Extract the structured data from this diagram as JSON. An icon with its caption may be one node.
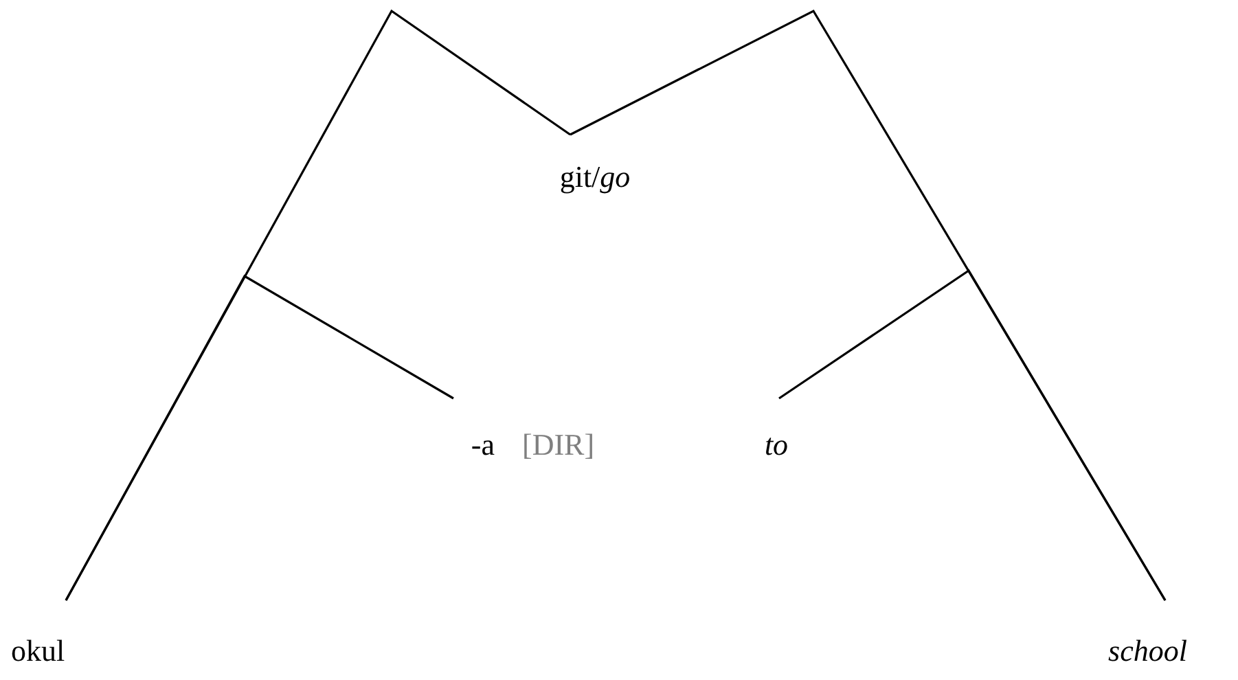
{
  "diagram": {
    "nodes": [
      {
        "text": [
          "okul"
        ]
      },
      {
        "text": [
          "-a"
        ]
      },
      {
        "text": [
          "git/*go*"
        ]
      },
      {
        "text": [
          "to"
        ]
      },
      {
        "text": [
          "school"
        ]
      }
    ],
    "edges": [
      {
        "from": 0,
        "to": 2,
        "arrow": "none"
      },
      {
        "from": 1,
        "to": 0,
        "arrow": "none"
      },
      {
        "from": 4,
        "to": 2,
        "arrow": "none"
      },
      {
        "from": 3,
        "to": 4,
        "arrow": "none"
      }
    ],
    "labels": [
      "[DIR]"
    ]
  }
}
